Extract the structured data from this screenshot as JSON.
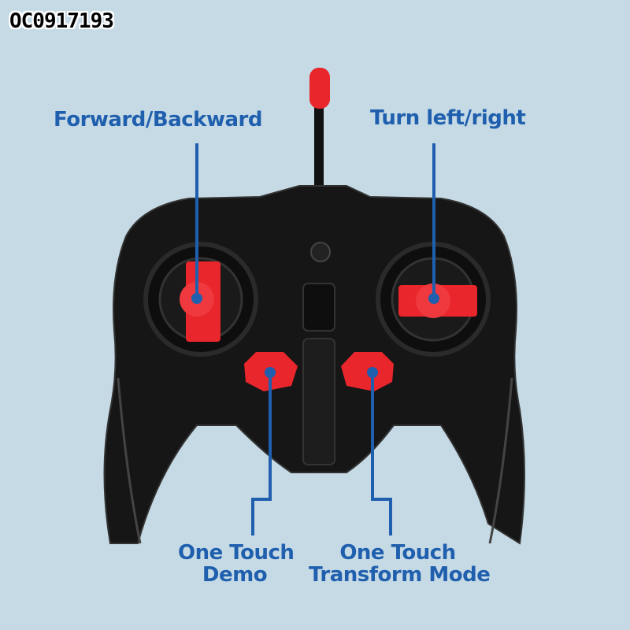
{
  "product_code": "OC0917193",
  "callouts": {
    "forward_backward": "Forward/Backward",
    "turn": "Turn left/right",
    "demo_line1": "One Touch",
    "demo_line2": "Demo",
    "transform_line1": "One Touch",
    "transform_line2": "Transform Mode"
  },
  "colors": {
    "background": "#c5dae5",
    "label": "#1f5fae",
    "controller": "#141414",
    "accent_red": "#e8262b"
  }
}
